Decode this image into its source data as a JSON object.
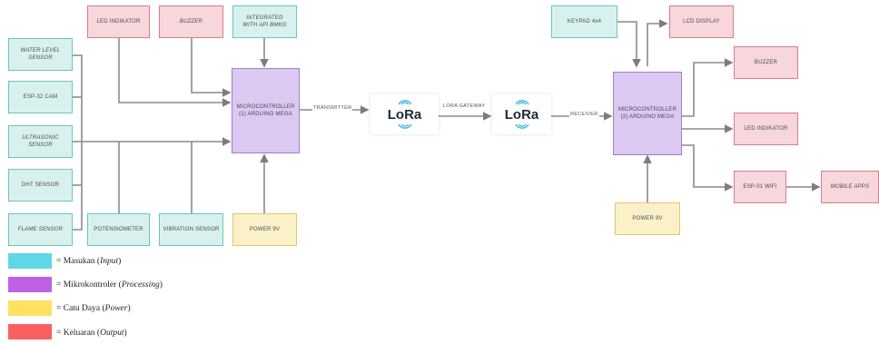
{
  "nodes": {
    "led_indikator_1": "LED INDIKATOR",
    "buzzer_1": "BUZZER",
    "api_bmkg": "INTEGRATED WITH API BMKG",
    "water_level": "WATER LEVEL SENSOR",
    "esp32_cam": "ESP-32 CAM",
    "ultrasonic": "ULTRASONIC SENSOR",
    "dht": "DHT SENSOR",
    "flame": "FLAME SENSOR",
    "potensiometer": "POTENSIOMETER",
    "vibration": "VIBRATION SENSOR",
    "power_1": "POWER 9V",
    "mcu_1": "MICROCONTROLLER (1) ARDUINO MEGA",
    "lora_1": "LoRa",
    "lora_2": "LoRa",
    "mcu_2": "MICROCONTROLLER (2) ARDUINO MEGA",
    "keypad": "KEYPAD 4x4",
    "lcd": "LCD DISPLAY",
    "buzzer_2": "BUZZER",
    "led_indikator_2": "LED INDIKATOR",
    "esp01": "ESP-01 WIFI",
    "mobile_apps": "MOBILE APPS",
    "power_2": "POWER 9V"
  },
  "edge_labels": {
    "transmitter": "TRANSMITTER",
    "gateway": "LORA GATEWAY",
    "receiver": "RECEIVER"
  },
  "legend": [
    {
      "color": "#5ed8e6",
      "text": "= Masukan (Input)"
    },
    {
      "color": "#c061e5",
      "text": "= Mikrokontroler (Processing)"
    },
    {
      "color": "#fde15f",
      "text": "= Catu Daya (Power)"
    },
    {
      "color": "#fb5f5f",
      "text": "= Keluaran (Output)"
    }
  ],
  "legend_parts": [
    {
      "pre": "= Masukan (",
      "em": "Input",
      "post": ")"
    },
    {
      "pre": "= Mikrokontroler (",
      "em": "Processing",
      "post": ")"
    },
    {
      "pre": "= Catu Daya (",
      "em": "Power",
      "post": ")"
    },
    {
      "pre": "= Keluaran (",
      "em": "Output",
      "post": ")"
    }
  ],
  "colors": {
    "input": "#d8f1ef",
    "processing": "#dcc8f1",
    "power": "#fbf1c8",
    "output": "#f7d6dc",
    "wire": "#7d7d7d"
  }
}
